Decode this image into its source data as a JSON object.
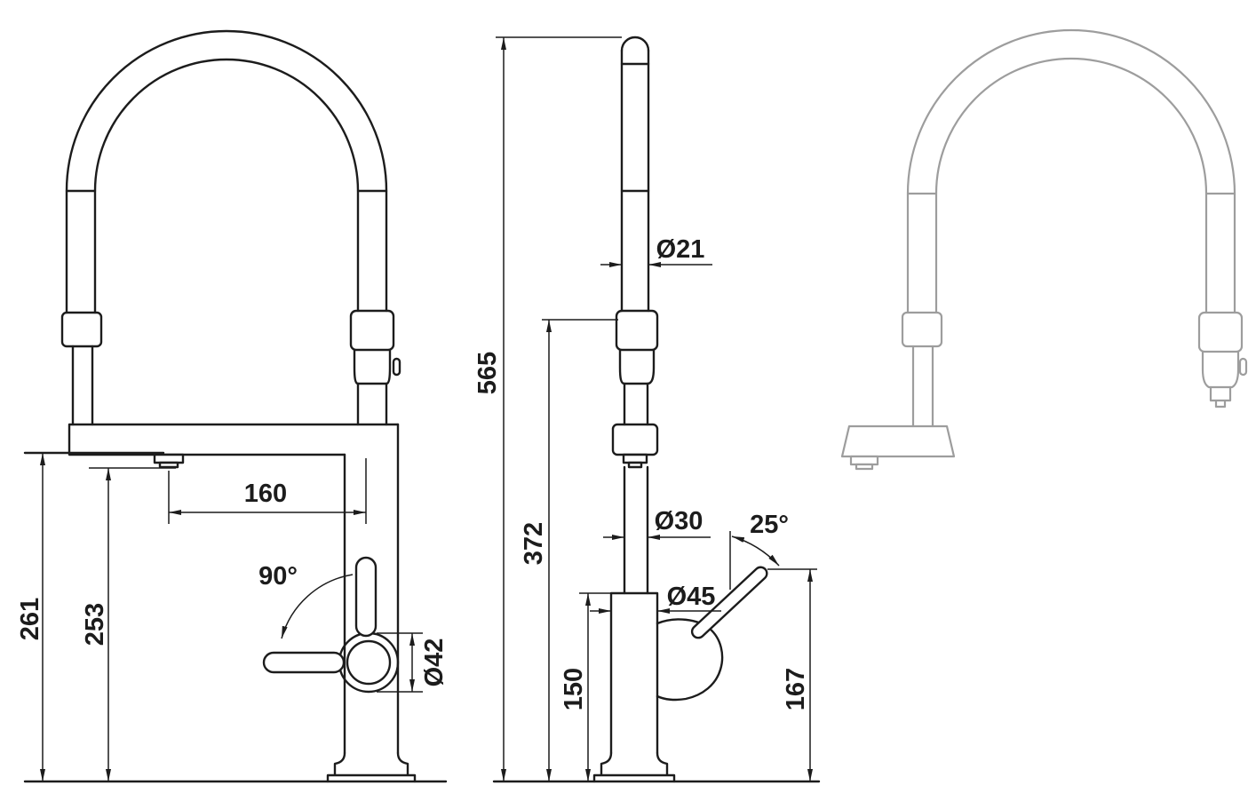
{
  "drawing": {
    "background": "#ffffff",
    "line_color": "#1c1c1c",
    "secondary_view_line_color": "#9d9d9d",
    "front_view": {
      "dim_160": "160",
      "dim_90deg": "90°",
      "dim_261": "261",
      "dim_253": "253",
      "dim_dia42": "Ø42"
    },
    "side_view": {
      "dim_dia21": "Ø21",
      "dim_565": "565",
      "dim_372": "372",
      "dim_dia30": "Ø30",
      "dim_25deg": "25°",
      "dim_dia45": "Ø45",
      "dim_150": "150",
      "dim_167": "167"
    }
  }
}
